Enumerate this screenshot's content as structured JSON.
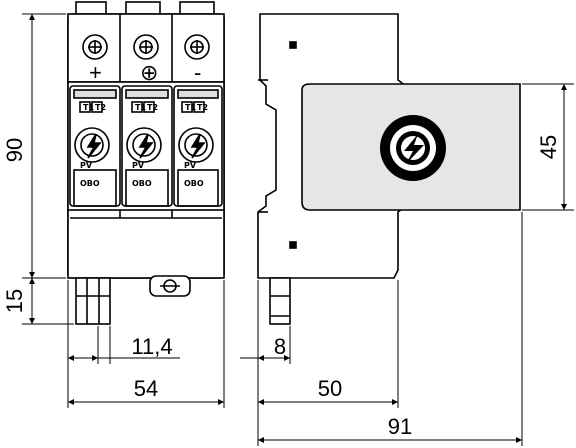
{
  "dimensions": {
    "height_total": "90",
    "height_base": "15",
    "width_module": "11,4",
    "width_front": "54",
    "depth_rail": "50",
    "depth_total": "91",
    "height_cap": "45",
    "depth_base": "8"
  },
  "terminals": {
    "plus": "+",
    "ground": "⊕",
    "minus": "-"
  },
  "module_labels": {
    "t1": "T1",
    "t2": "T2",
    "pv": "PV",
    "brand": "OBO"
  },
  "colors": {
    "line": "#000000",
    "fill_dark": "#e6e6e6",
    "fill_light": "#ffffff"
  },
  "icons": [
    "screw-terminal-icon",
    "lightning-bolt-icon",
    "din-rail-clip-icon"
  ]
}
